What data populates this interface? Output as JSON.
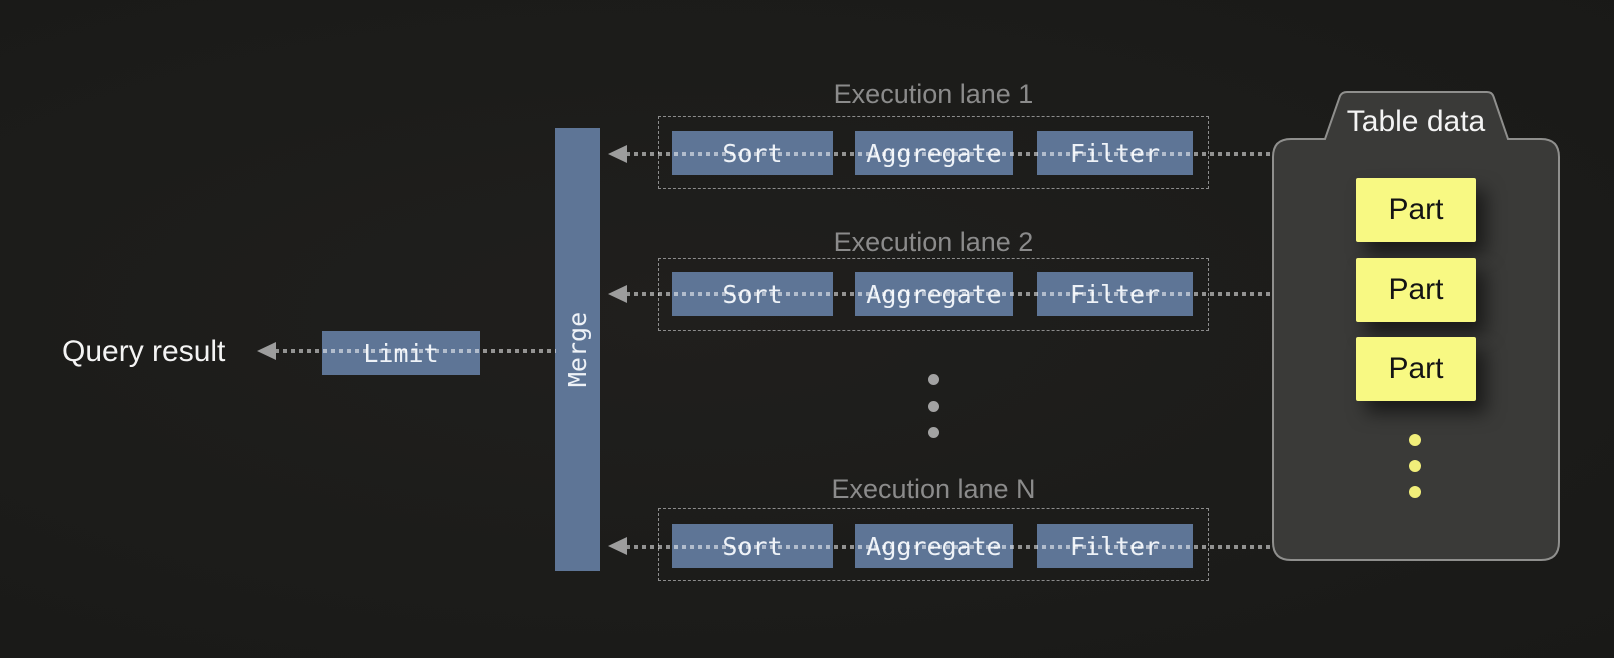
{
  "diagram": {
    "query_result_label": "Query result",
    "limit_label": "Limit",
    "merge_label": "Merge",
    "lanes": [
      {
        "label": "Execution lane 1",
        "operators": [
          "Sort",
          "Aggregate",
          "Filter"
        ]
      },
      {
        "label": "Execution lane 2",
        "operators": [
          "Sort",
          "Aggregate",
          "Filter"
        ]
      },
      {
        "label": "Execution lane N",
        "operators": [
          "Sort",
          "Aggregate",
          "Filter"
        ]
      }
    ],
    "table": {
      "label": "Table data",
      "parts": [
        "Part",
        "Part",
        "Part"
      ]
    },
    "colors": {
      "background": "#1c1c1a",
      "operator_blue": "#5e7596",
      "part_yellow": "#f8f983",
      "ellipsis_yellow": "#f1ee7a",
      "lane_label_gray": "#8b8b8b",
      "arrow_gray": "#9d9d9d",
      "container_fill": "#3a3a38",
      "container_border": "#8f8f8d",
      "text_white": "#f4f4f4"
    }
  }
}
